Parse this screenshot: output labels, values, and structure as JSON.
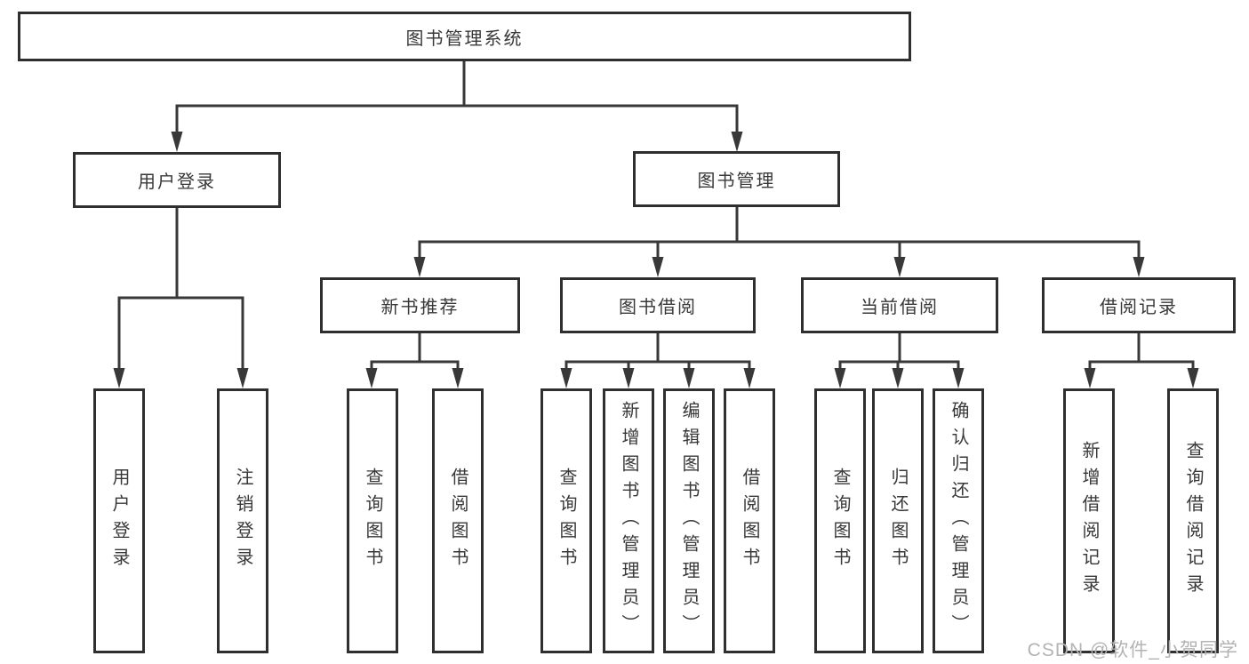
{
  "diagram": {
    "title": "图书管理系统",
    "nodes": {
      "root": {
        "label": "图书管理系统"
      },
      "user_login": {
        "label": "用户登录"
      },
      "book_management": {
        "label": "图书管理"
      },
      "new_book_recommend": {
        "label": "新书推荐"
      },
      "book_borrow": {
        "label": "图书借阅"
      },
      "current_borrow": {
        "label": "当前借阅"
      },
      "borrow_record": {
        "label": "借阅记录"
      },
      "leaf_user_login": {
        "label": "用户登录"
      },
      "leaf_logout": {
        "label": "注销登录"
      },
      "nb_query_book": {
        "label": "查询图书"
      },
      "nb_borrow_book": {
        "label": "借阅图书"
      },
      "bb_query_book": {
        "label": "查询图书"
      },
      "bb_add_book": {
        "label": "新增图书（管理员）"
      },
      "bb_edit_book": {
        "label": "编辑图书（管理员）"
      },
      "bb_borrow_book": {
        "label": "借阅图书"
      },
      "cb_query_book": {
        "label": "查询图书"
      },
      "cb_return_book": {
        "label": "归还图书"
      },
      "cb_confirm_return": {
        "label": "确认归还（管理员）"
      },
      "br_add_record": {
        "label": "新增借阅记录"
      },
      "br_query_record": {
        "label": "查询借阅记录"
      }
    },
    "edges": [
      {
        "parent": "图书管理系统",
        "children": [
          "用户登录",
          "图书管理"
        ]
      },
      {
        "parent": "用户登录",
        "children": [
          "用户登录",
          "注销登录"
        ]
      },
      {
        "parent": "图书管理",
        "children": [
          "新书推荐",
          "图书借阅",
          "当前借阅",
          "借阅记录"
        ]
      },
      {
        "parent": "新书推荐",
        "children": [
          "查询图书",
          "借阅图书"
        ]
      },
      {
        "parent": "图书借阅",
        "children": [
          "查询图书",
          "新增图书（管理员）",
          "编辑图书（管理员）",
          "借阅图书"
        ]
      },
      {
        "parent": "当前借阅",
        "children": [
          "查询图书",
          "归还图书",
          "确认归还（管理员）"
        ]
      },
      {
        "parent": "借阅记录",
        "children": [
          "新增借阅记录",
          "查询借阅记录"
        ]
      }
    ]
  },
  "watermark": {
    "text": "CSDN @软件_小贺同学"
  },
  "colors": {
    "background": "#ffffff",
    "box_border": "#2f2f2f",
    "line": "#383838",
    "text": "#383838",
    "watermark": "#b3b3b3"
  }
}
